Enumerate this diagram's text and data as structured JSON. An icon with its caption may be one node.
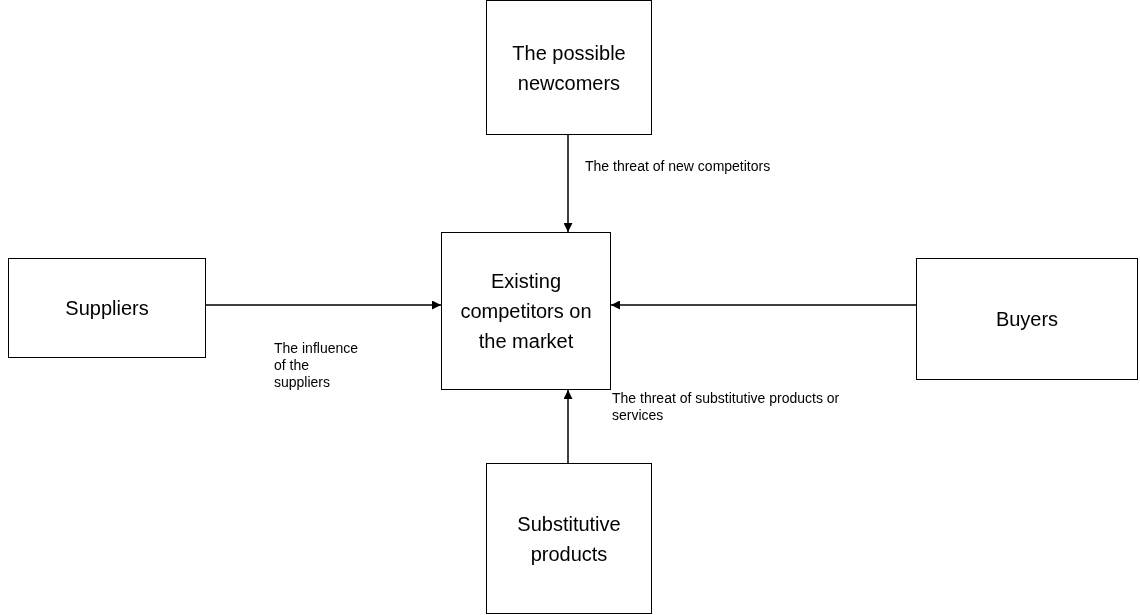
{
  "diagram": {
    "nodes": [
      {
        "text": [
          "The possible newcomers"
        ]
      },
      {
        "text": [
          "Suppliers"
        ]
      },
      {
        "text": [
          "Existing competitors on the market"
        ]
      },
      {
        "text": [
          "Buyers"
        ]
      },
      {
        "text": [
          "Substitutive products"
        ]
      }
    ],
    "edges": [
      {
        "from": 0,
        "to": 2,
        "arrow": "to",
        "label": "The threat of new competitors"
      },
      {
        "from": 1,
        "to": 2,
        "arrow": "to",
        "label": "The influence of the suppliers"
      },
      {
        "from": 3,
        "to": 2,
        "arrow": "to"
      },
      {
        "from": 4,
        "to": 2,
        "arrow": "to",
        "label": "The threat of substitutive products or services"
      }
    ]
  }
}
